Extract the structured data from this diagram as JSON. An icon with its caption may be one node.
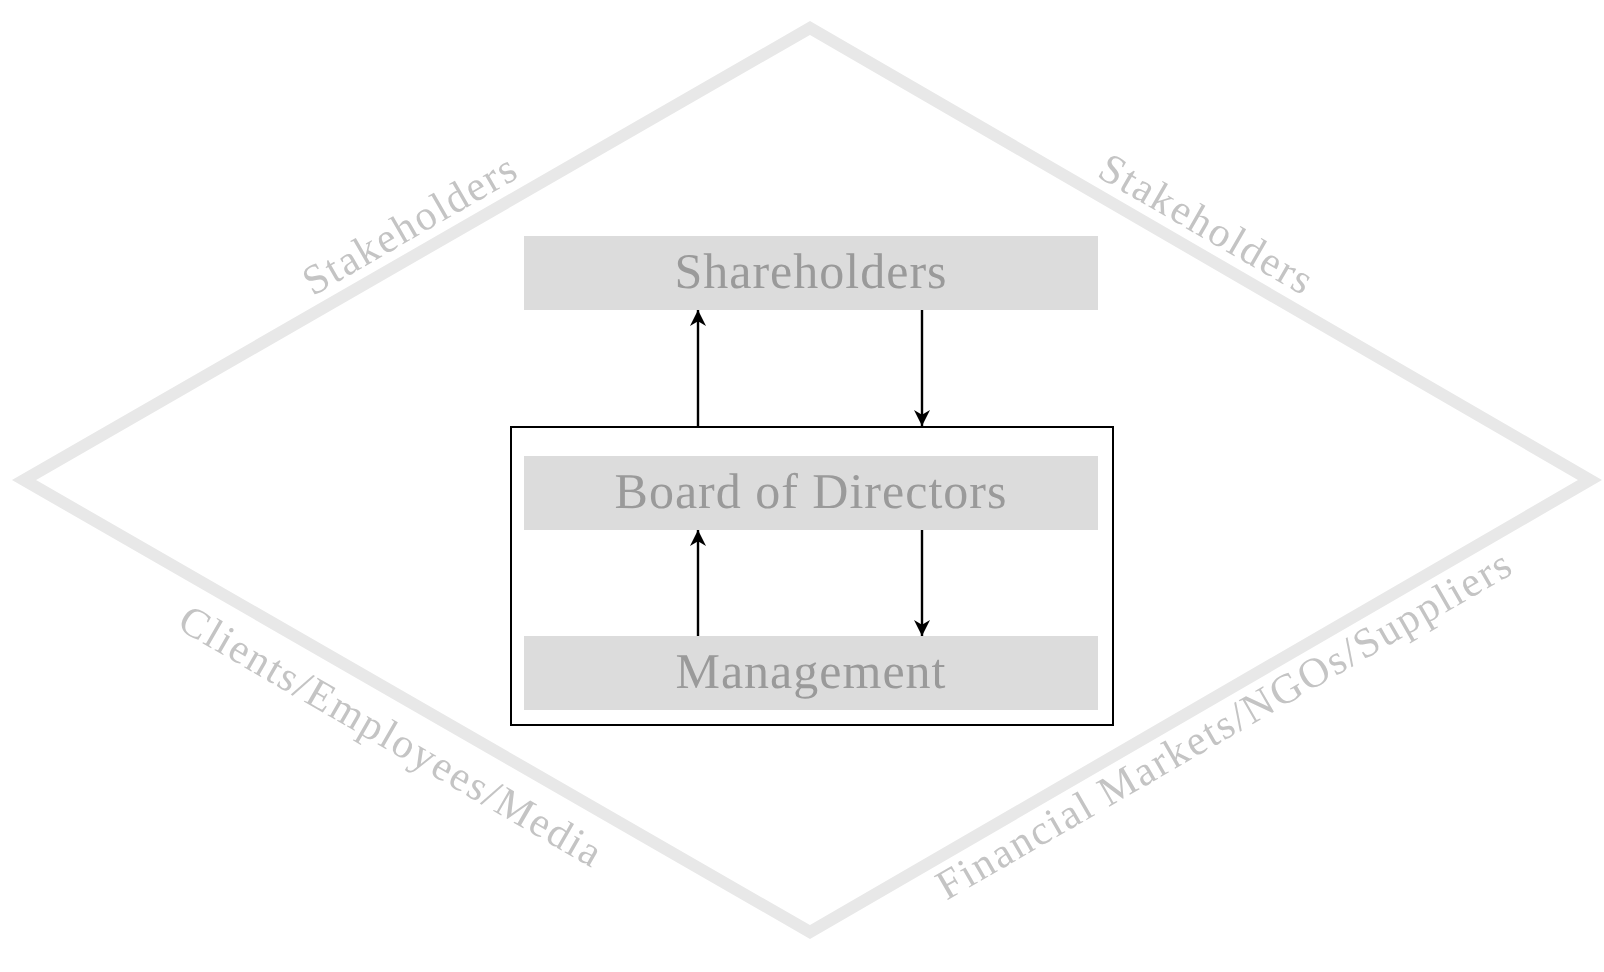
{
  "diagram": {
    "nodes": [
      {
        "text": [
          "Shareholders"
        ]
      },
      {
        "text": [],
        "shape": "box"
      },
      {
        "text": [
          "Board of Directors"
        ],
        "in": 1
      },
      {
        "text": [
          "Management"
        ],
        "in": 1
      }
    ],
    "edges": [
      {
        "from": 1,
        "to": 0,
        "arrow": "to"
      },
      {
        "from": 0,
        "to": 1,
        "arrow": "to"
      },
      {
        "from": 3,
        "to": 2,
        "arrow": "to"
      },
      {
        "from": 2,
        "to": 3,
        "arrow": "to"
      }
    ],
    "labels": [
      "Stakeholders",
      "Stakeholders",
      "Clients/Employees/Media",
      "Financial Markets/NGOs/Suppliers"
    ]
  }
}
